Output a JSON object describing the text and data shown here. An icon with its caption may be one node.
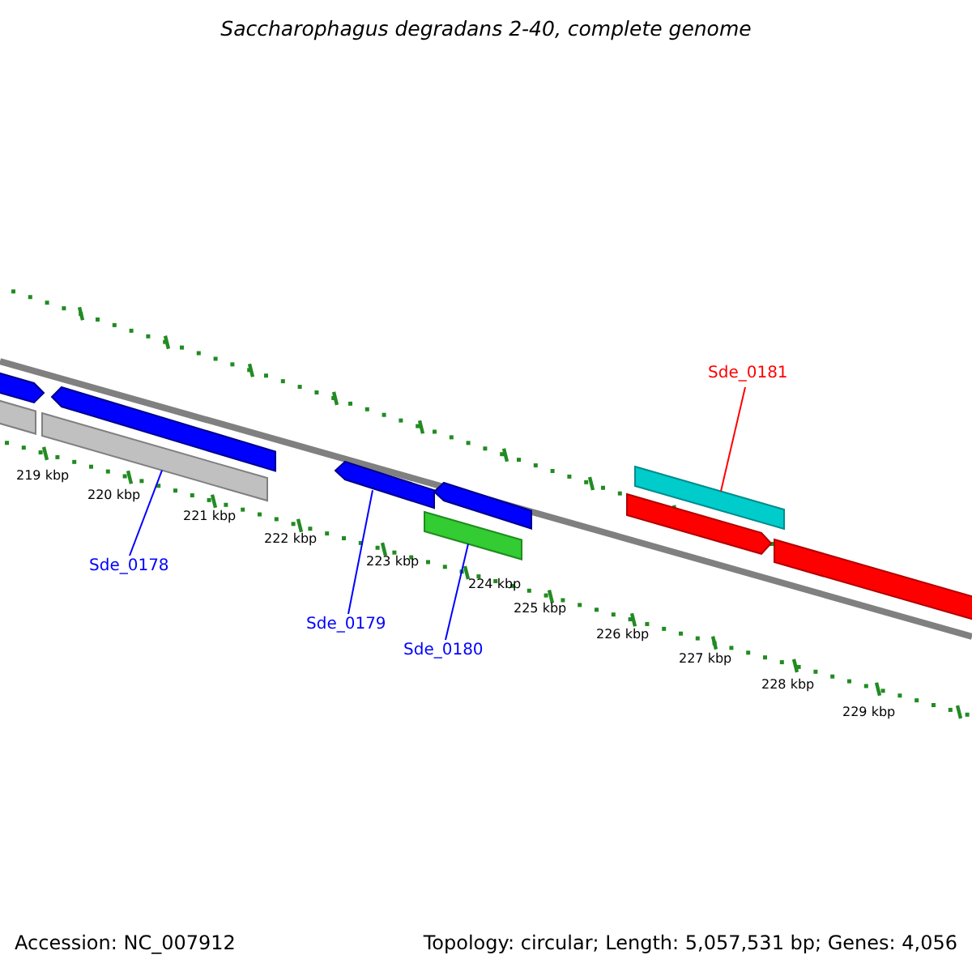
{
  "diagram": {
    "title": "Saccharophagus degradans 2-40, complete genome",
    "nodes": [
      {
        "text": [
          "Sde_0181"
        ]
      },
      {
        "text": [
          "Sde_0178"
        ]
      },
      {
        "text": [
          "Sde_0179"
        ]
      },
      {
        "text": [
          "Sde_0180"
        ]
      },
      {
        "text": [],
        "shape": "bar"
      },
      {
        "text": [],
        "shape": "bar"
      },
      {
        "text": [],
        "shape": "bar"
      },
      {
        "text": [],
        "shape": "bar"
      },
      {
        "text": [],
        "shape": "bar"
      },
      {
        "text": [],
        "shape": "bar"
      },
      {
        "text": [],
        "shape": "bar"
      },
      {
        "text": [],
        "shape": "bar"
      },
      {
        "text": [],
        "shape": "bar"
      },
      {
        "text": [],
        "shape": "bar"
      }
    ],
    "edges": [
      {
        "from": 0,
        "to": 12,
        "arrow": "none",
        "color": "#ff0000"
      },
      {
        "from": 1,
        "to": 6,
        "arrow": "none"
      },
      {
        "from": 2,
        "to": 8,
        "arrow": "none"
      },
      {
        "from": 3,
        "to": 9,
        "arrow": "none"
      }
    ],
    "labels": [
      "219 kbp",
      "220 kbp",
      "221 kbp",
      "222 kbp",
      "223 kbp",
      "224 kbp",
      "225 kbp",
      "226 kbp",
      "227 kbp",
      "228 kbp",
      "229 kbp",
      "Accession: NC_007912",
      "Topology: circular; Length: 5,057,531 bp; Genes: 4,056"
    ]
  }
}
